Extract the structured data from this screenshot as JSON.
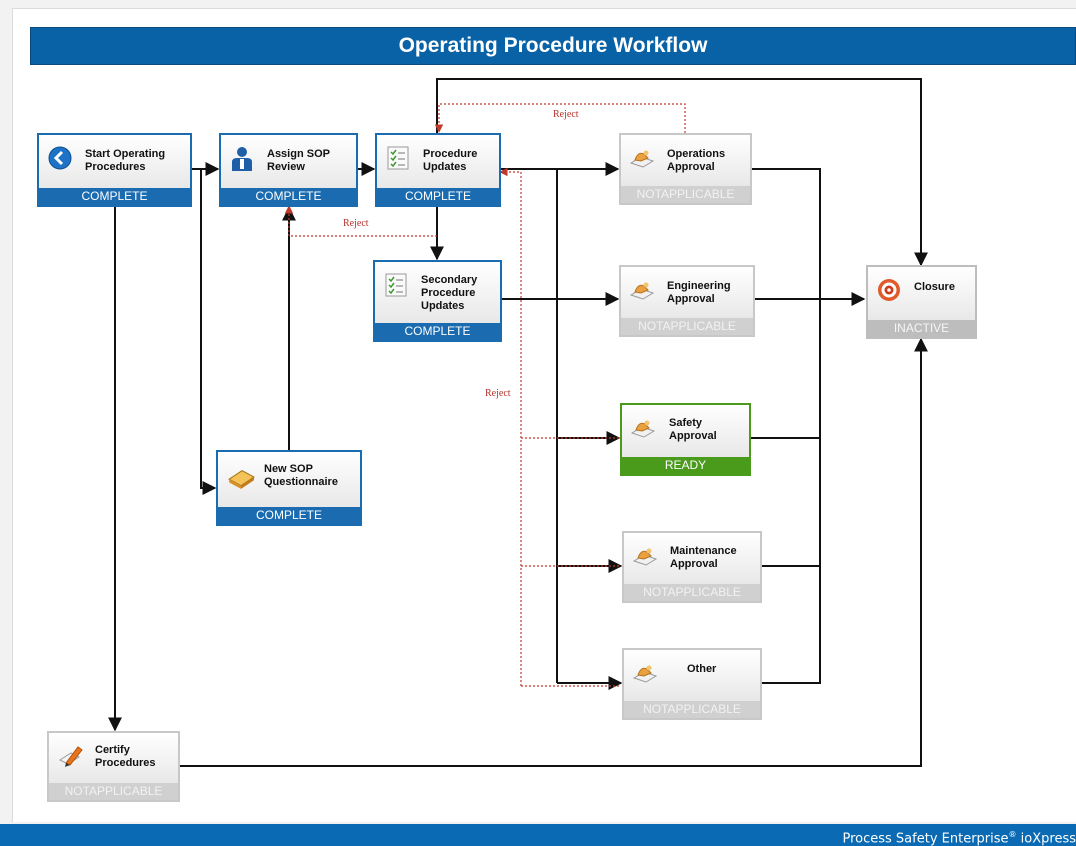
{
  "header": {
    "title": "Operating Procedure Workflow"
  },
  "nodes": {
    "start": {
      "label": "Start Operating\nProcedures",
      "status": "COMPLETE",
      "icon": "start-arrow-icon"
    },
    "assign": {
      "label": "Assign SOP\nReview",
      "status": "COMPLETE",
      "icon": "person-icon"
    },
    "updates": {
      "label": "Procedure\nUpdates",
      "status": "COMPLETE",
      "icon": "checklist-icon"
    },
    "secondary": {
      "label": "Secondary\nProcedure\nUpdates",
      "status": "COMPLETE",
      "icon": "checklist-icon"
    },
    "questionnaire": {
      "label": "New SOP\nQuestionnaire",
      "status": "COMPLETE",
      "icon": "book-icon"
    },
    "ops": {
      "label": "Operations\nApproval",
      "status": "NOTAPPLICABLE",
      "icon": "approval-hand-icon"
    },
    "eng": {
      "label": "Engineering\nApproval",
      "status": "NOTAPPLICABLE",
      "icon": "approval-hand-icon"
    },
    "safety": {
      "label": "Safety\nApproval",
      "status": "READY",
      "icon": "approval-hand-icon"
    },
    "maint": {
      "label": "Maintenance\nApproval",
      "status": "NOTAPPLICABLE",
      "icon": "approval-hand-icon"
    },
    "other": {
      "label": "Other",
      "status": "NOTAPPLICABLE",
      "icon": "approval-hand-icon"
    },
    "closure": {
      "label": "Closure",
      "status": "INACTIVE",
      "icon": "target-icon"
    },
    "certify": {
      "label": "Certify\nProcedures",
      "status": "NOTAPPLICABLE",
      "icon": "pencil-icon"
    }
  },
  "reject_labels": {
    "top": "Reject",
    "middle": "Reject",
    "left": "Reject"
  },
  "footer": {
    "brand": "Process Safety Enterprise",
    "brand_suffix": "ioXpress",
    "registered_mark": "®"
  },
  "colors": {
    "complete": "#1a6bb0",
    "ready": "#4a9a1c",
    "not_applicable": "#d0d0d0",
    "inactive": "#bdbdbd",
    "reject_line": "#c0392b",
    "header": "#0a62a6"
  }
}
